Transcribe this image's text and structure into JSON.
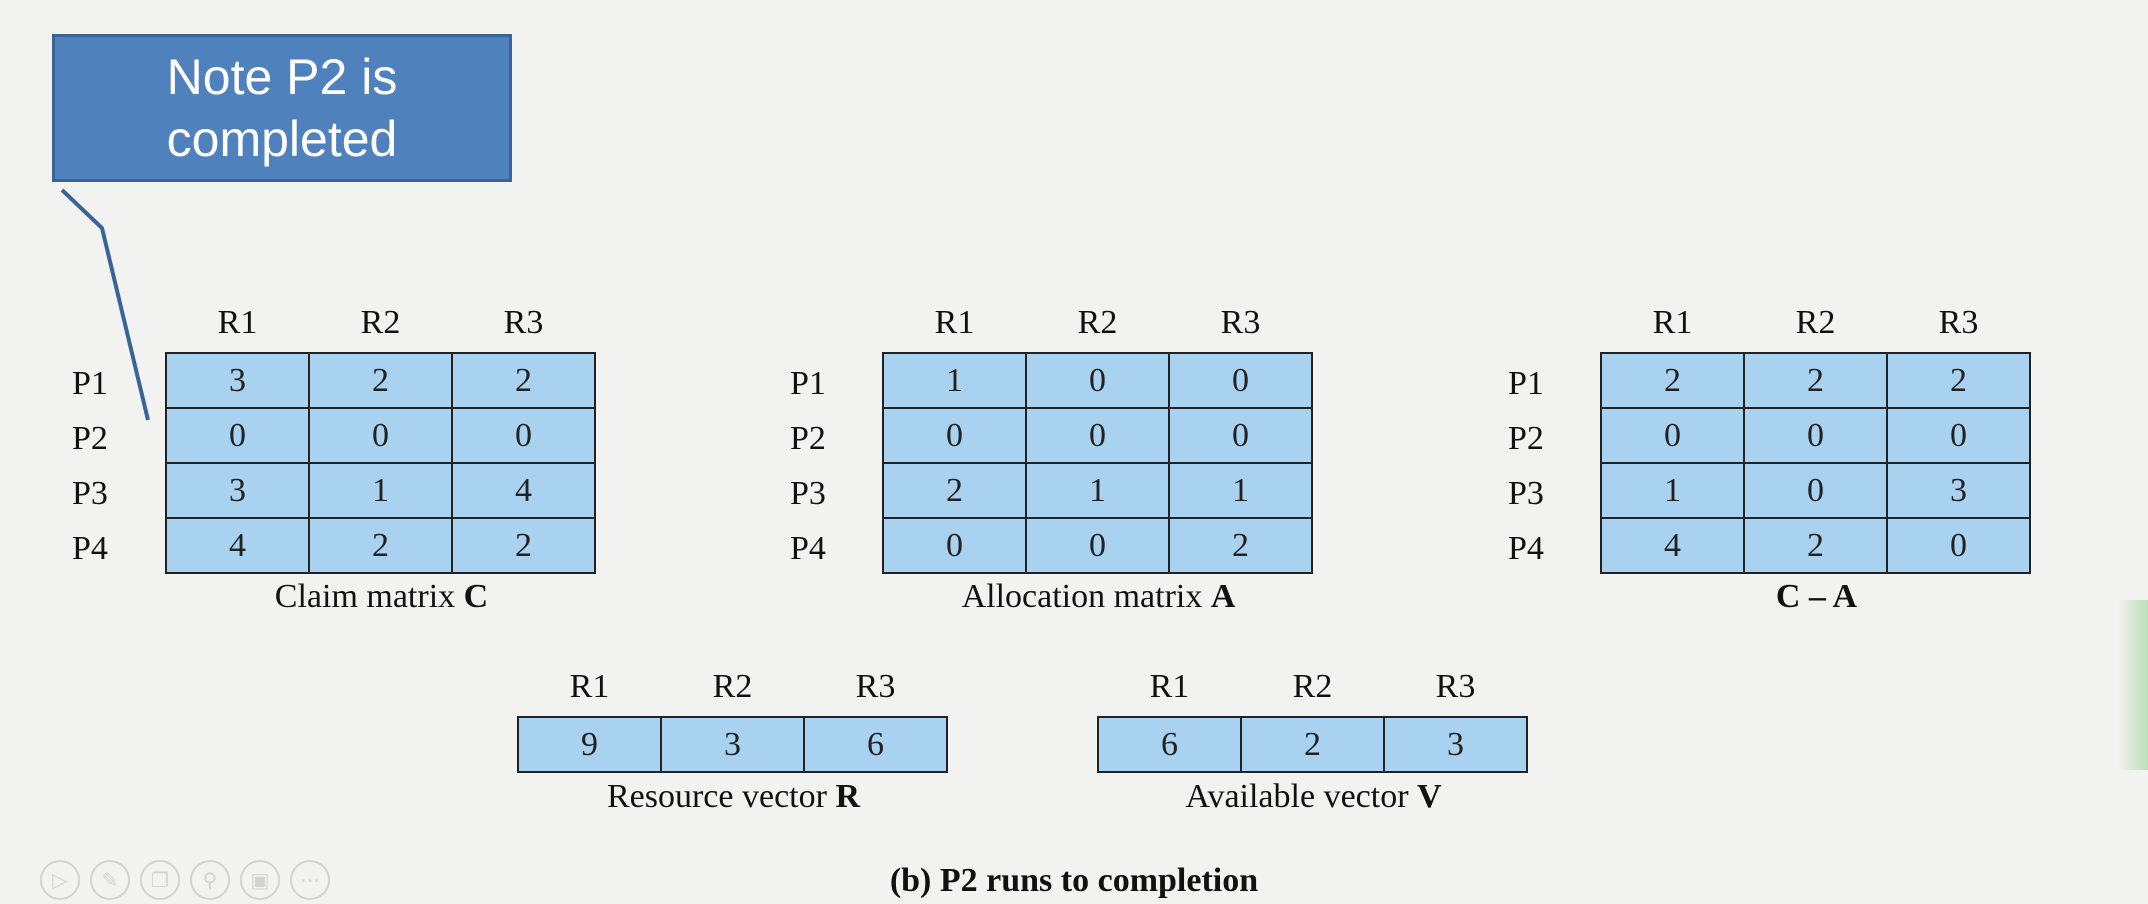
{
  "callout": {
    "line1": "Note P2 is",
    "line2": "completed",
    "color": "#4f81bd"
  },
  "resource_headers": [
    "R1",
    "R2",
    "R3"
  ],
  "process_labels": [
    "P1",
    "P2",
    "P3",
    "P4"
  ],
  "claim_matrix": {
    "caption_text": "Claim matrix ",
    "caption_symbol": "C",
    "rows": [
      [
        "3",
        "2",
        "2"
      ],
      [
        "0",
        "0",
        "0"
      ],
      [
        "3",
        "1",
        "4"
      ],
      [
        "4",
        "2",
        "2"
      ]
    ]
  },
  "allocation_matrix": {
    "caption_text": "Allocation matrix ",
    "caption_symbol": "A",
    "rows": [
      [
        "1",
        "0",
        "0"
      ],
      [
        "0",
        "0",
        "0"
      ],
      [
        "2",
        "1",
        "1"
      ],
      [
        "0",
        "0",
        "2"
      ]
    ]
  },
  "need_matrix": {
    "caption_symbol": "C – A",
    "rows": [
      [
        "2",
        "2",
        "2"
      ],
      [
        "0",
        "0",
        "0"
      ],
      [
        "1",
        "0",
        "3"
      ],
      [
        "4",
        "2",
        "0"
      ]
    ]
  },
  "resource_vector": {
    "caption_text": "Resource vector ",
    "caption_symbol": "R",
    "values": [
      "9",
      "3",
      "6"
    ]
  },
  "available_vector": {
    "caption_text": "Available vector ",
    "caption_symbol": "V",
    "values": [
      "6",
      "2",
      "3"
    ]
  },
  "figure_caption": "(b) P2 runs to completion",
  "cell_color": "#a8d2ef",
  "toolbar_icons": [
    "play-icon",
    "pen-icon",
    "copy-icon",
    "zoom-icon",
    "camera-icon",
    "more-icon"
  ]
}
